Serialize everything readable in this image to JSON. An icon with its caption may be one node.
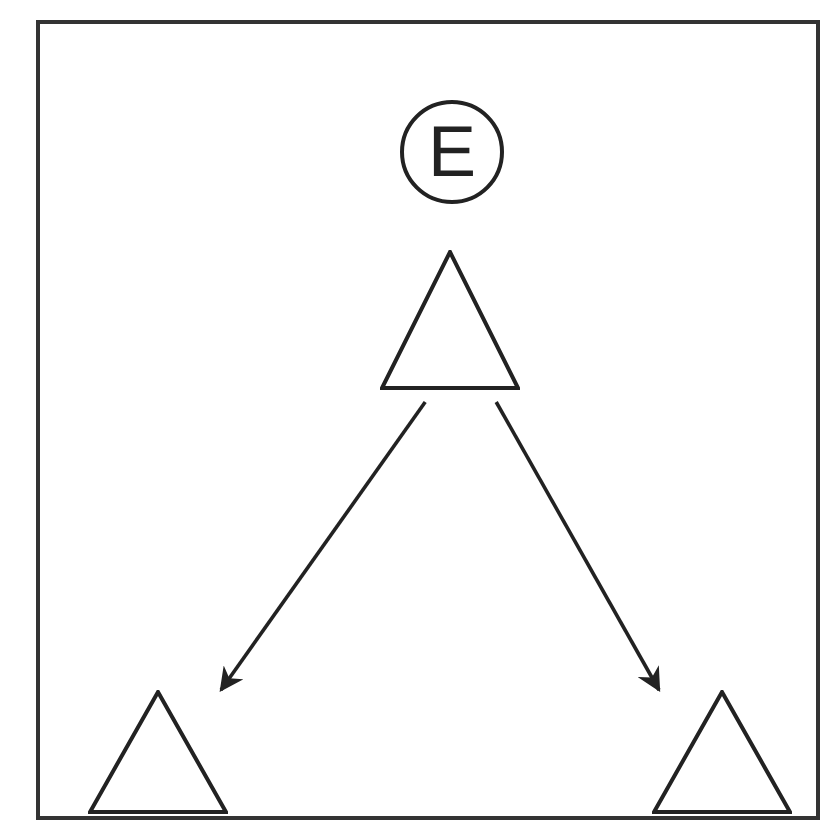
{
  "diagram": {
    "nodes": [
      {
        "text": [
          "E"
        ]
      },
      {
        "text": [],
        "shape": "triangle"
      },
      {
        "text": [],
        "shape": "triangle"
      },
      {
        "text": [],
        "shape": "triangle"
      }
    ],
    "edges": [
      {
        "from": 1,
        "to": 2,
        "arrow": "to"
      },
      {
        "from": 1,
        "to": 3,
        "arrow": "to"
      }
    ]
  }
}
